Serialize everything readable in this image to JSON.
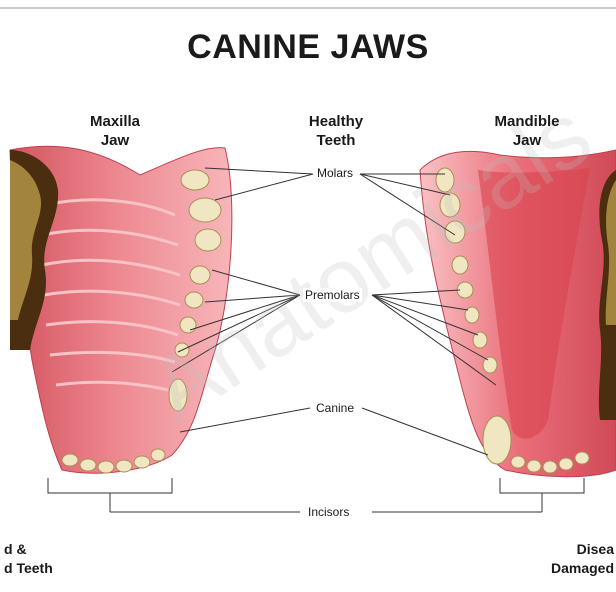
{
  "title": "CANINE JAWS",
  "headings": {
    "left_line1": "Maxilla",
    "left_line2": "Jaw",
    "center_line1": "Healthy",
    "center_line2": "Teeth",
    "right_line1": "Mandible",
    "right_line2": "Jaw"
  },
  "labels": {
    "molars": "Molars",
    "premolars": "Premolars",
    "canine": "Canine",
    "incisors": "Incisors"
  },
  "bottom": {
    "left_line1": "d &",
    "left_line2": "d Teeth",
    "right_line1": "Disea",
    "right_line2": "Damaged"
  },
  "watermark": "Anatomicals",
  "colors": {
    "gum": "#e8707c",
    "gum_light": "#f6aeb3",
    "tooth": "#f3e9c8",
    "diseased": "#5a3a14",
    "line": "#333333"
  }
}
